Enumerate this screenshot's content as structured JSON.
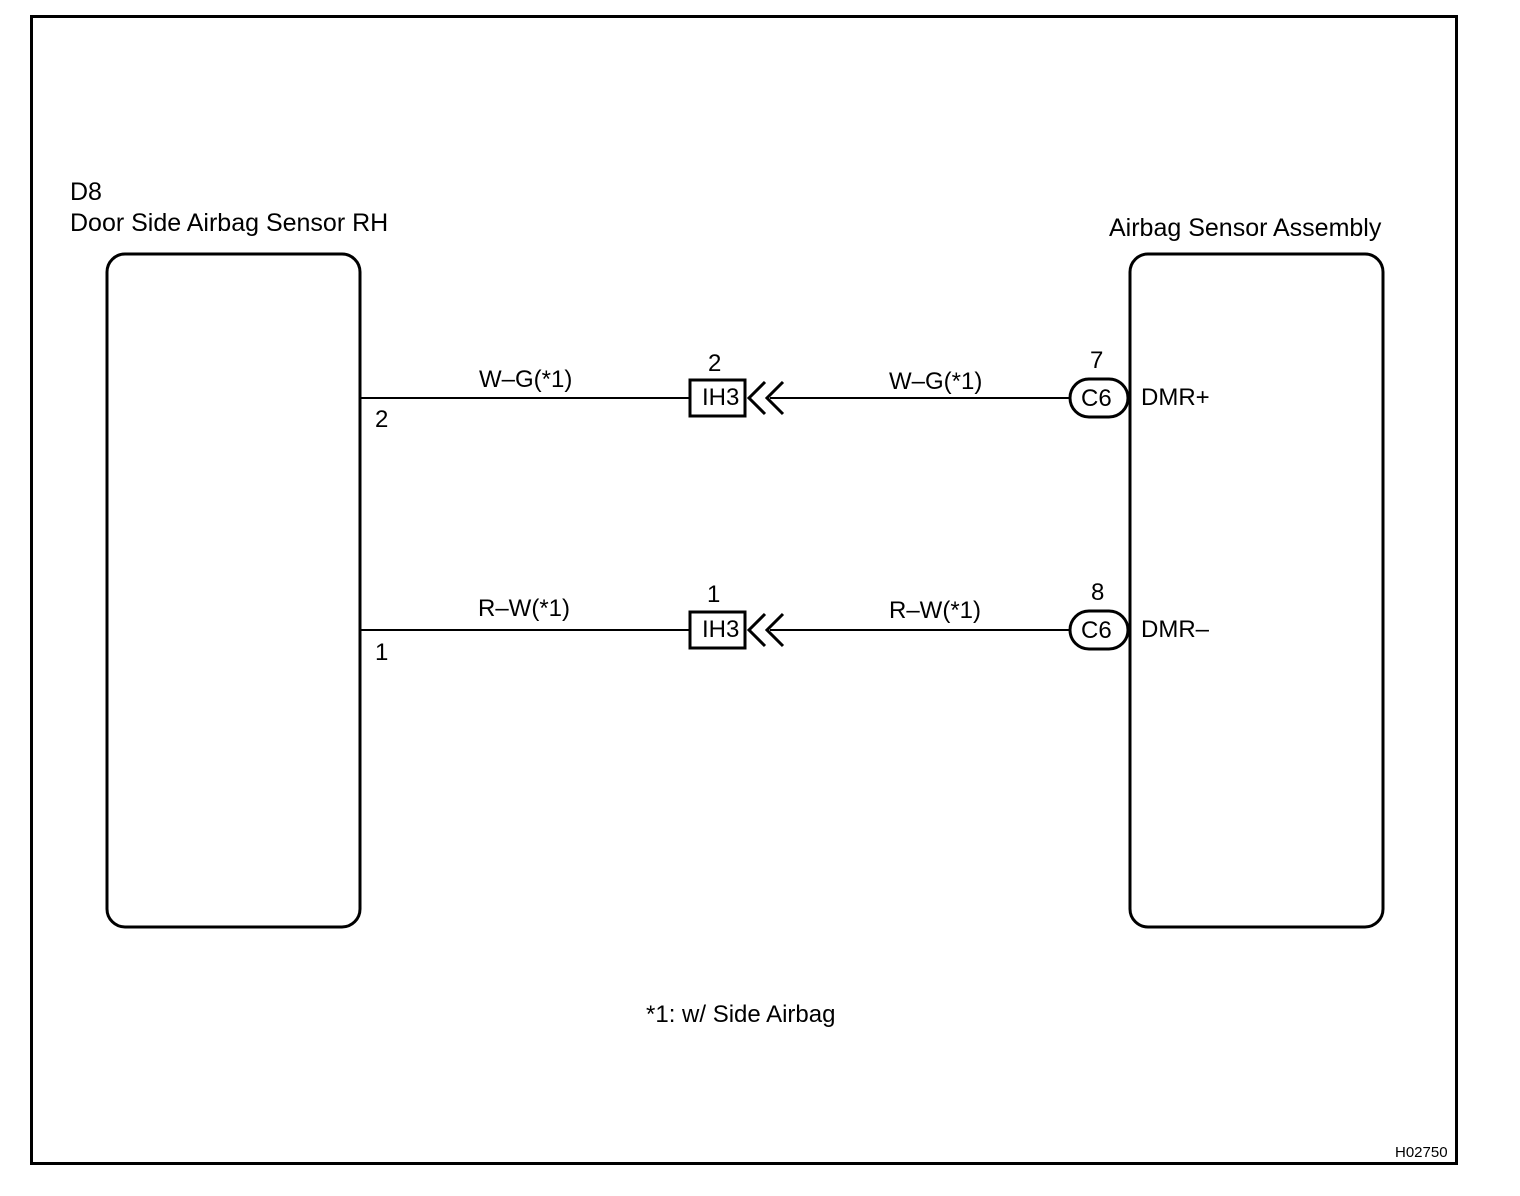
{
  "left_component": {
    "code": "D8",
    "name": "Door Side Airbag Sensor RH",
    "pins": [
      "2",
      "1"
    ]
  },
  "right_component": {
    "name": "Airbag Sensor Assembly",
    "terminals": [
      "DMR+",
      "DMR–"
    ]
  },
  "circuits": [
    {
      "left_wire": "W–G(*1)",
      "junction_label": "IH3",
      "junction_pin": "2",
      "right_wire": "W–G(*1)",
      "connector_label": "C6",
      "connector_pin": "7"
    },
    {
      "left_wire": "R–W(*1)",
      "junction_label": "IH3",
      "junction_pin": "1",
      "right_wire": "R–W(*1)",
      "connector_label": "C6",
      "connector_pin": "8"
    }
  ],
  "footnote": "*1: w/ Side Airbag",
  "figure_code": "H02750"
}
